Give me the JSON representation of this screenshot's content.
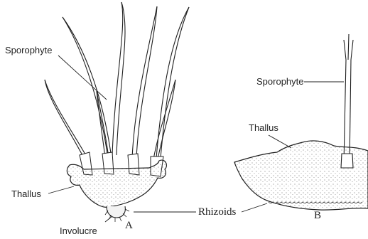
{
  "labels": {
    "sporophyte_a": "Sporophyte",
    "thallus_a": "Thallus",
    "involucre": "Involucre",
    "fig_a": "A",
    "rhizoids": "Rhizoids",
    "sporophyte_b": "Sporophyte",
    "thallus_b": "Thallus",
    "fig_b": "B"
  },
  "colors": {
    "ink": "#1f1f1f",
    "background": "#ffffff"
  }
}
